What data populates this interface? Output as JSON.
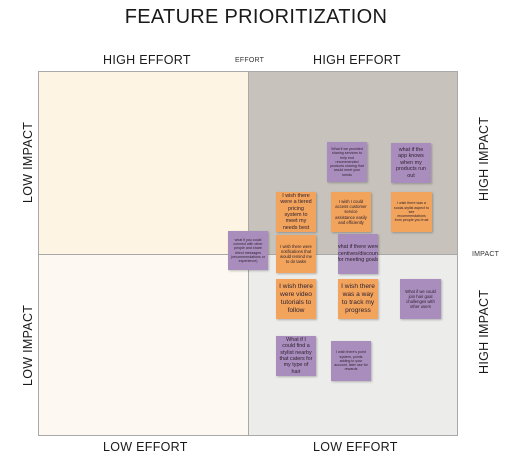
{
  "title": "FEATURE PRIORITIZATION",
  "axes": {
    "top_left_label": "HIGH EFFORT",
    "top_center_label": "EFFORT",
    "top_right_label": "HIGH EFFORT",
    "bottom_left_label": "LOW EFFORT",
    "bottom_right_label": "LOW EFFORT",
    "left_top_label": "LOW IMPACT",
    "left_bottom_label": "LOW IMPACT",
    "right_top_label": "HIGH IMPACT",
    "right_center_label": "IMPACT",
    "right_bottom_label": "HIGH IMPACT"
  },
  "colors": {
    "high_effort_low_impact": "#fdf4e3",
    "high_effort_high_impact": "#c7c3bc",
    "low_effort_low_impact": "#fdf9f2",
    "low_effort_high_impact": "#ececeb",
    "note_purple": "#a98dbc",
    "note_orange": "#f2a35c"
  },
  "notes": [
    {
      "id": "ride-sharing",
      "color": "purple",
      "text": "What if we provided sharing services to help end recommended products sharing that would meet your needs"
    },
    {
      "id": "app-knows",
      "color": "purple",
      "text": "what if the app knows when my products run out"
    },
    {
      "id": "tiered-pricing",
      "color": "orange",
      "text": "I wish there were a tiered pricing system to meet my needs best"
    },
    {
      "id": "customer-service",
      "color": "orange",
      "text": "I wish I could access customer service assistance easily and efficiently"
    },
    {
      "id": "recommendation-aspect",
      "color": "orange",
      "text": "I wish there was a social-stylist aspect to see recommendations from people you trust"
    },
    {
      "id": "connect-like-people",
      "color": "purple",
      "text": "what if you could connect with other people and share direct messages (recommendations or experience)"
    },
    {
      "id": "notifications",
      "color": "orange",
      "text": "I wish there were notifications that would remind me to do tasks"
    },
    {
      "id": "incentives",
      "color": "purple",
      "text": "what if there were incentives/discounts for meeting goals"
    },
    {
      "id": "video-tutorials",
      "color": "orange",
      "text": "I wish there were video tutorials to follow"
    },
    {
      "id": "track-progress",
      "color": "orange",
      "text": "I wish there was a way to track my progress"
    },
    {
      "id": "hair-goal-challenges",
      "color": "purple",
      "text": "What if we could join hair goal challenges with other users"
    },
    {
      "id": "find-stylist",
      "color": "purple",
      "text": "What if I could find a stylist nearby that caters for my type of hair"
    },
    {
      "id": "points-system",
      "color": "purple",
      "text": "I wish there's point system, points adding to your account, later use for rewards"
    }
  ]
}
